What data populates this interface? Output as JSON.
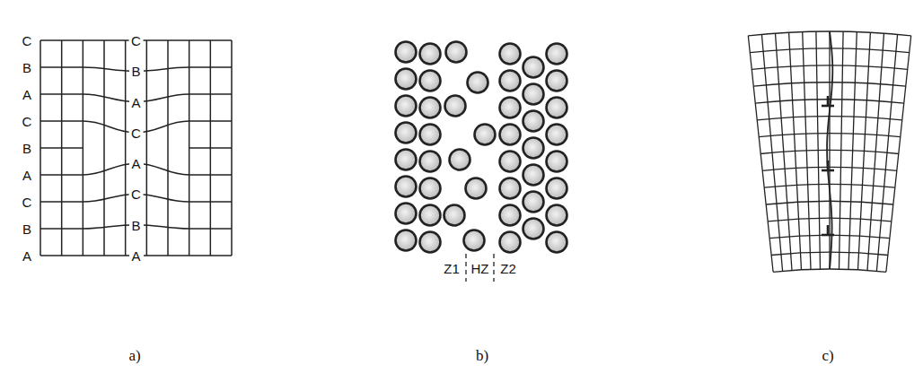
{
  "diagram": {
    "labels": [
      "C",
      "B",
      "A",
      "C",
      "B",
      "A",
      "C",
      "B",
      "A",
      "C",
      "B",
      "A",
      "C",
      "A",
      "C",
      "B",
      "A",
      "Z1",
      "HZ",
      "Z2",
      "a)",
      "b)",
      "c)"
    ]
  }
}
